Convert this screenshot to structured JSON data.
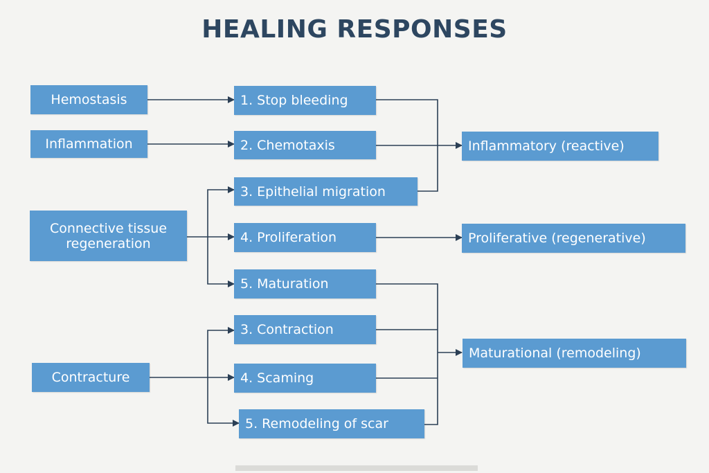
{
  "title": "HEALING RESPONSES",
  "sources": {
    "hemostasis": "Hemostasis",
    "inflammation": "Inflammation",
    "connective_line1": "Connective tissue",
    "connective_line2": "regeneration",
    "contracture": "Contracture"
  },
  "steps": {
    "stop_bleeding": "1. Stop bleeding",
    "chemotaxis": "2. Chemotaxis",
    "epithelial_migration": "3. Epithelial migration",
    "proliferation": "4. Proliferation",
    "maturation": "5. Maturation",
    "contraction": "3. Contraction",
    "scaming": "4. Scaming",
    "remodeling_of_scar": "5. Remodeling of scar"
  },
  "phases": {
    "inflammatory": "Inflammatory (reactive)",
    "proliferative": "Proliferative (regenerative)",
    "maturational": "Maturational (remodeling)"
  },
  "colors": {
    "box_fill": "#5b9bd1",
    "box_text": "#ffffff",
    "title": "#2d4660",
    "connector": "#2b3f55",
    "background": "#f4f4f2"
  }
}
